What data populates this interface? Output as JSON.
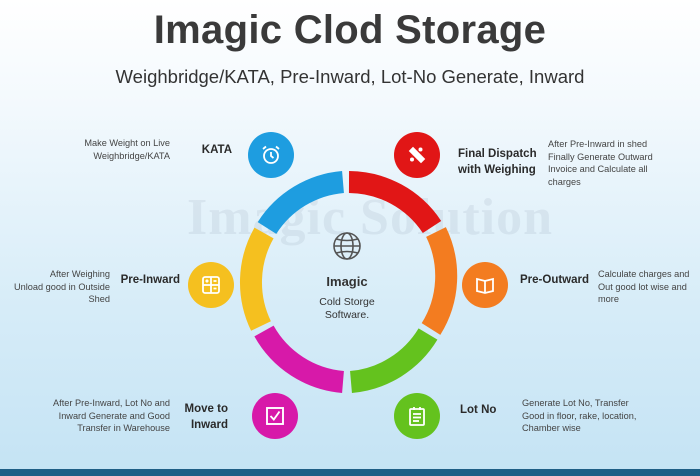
{
  "header": {
    "title": "Imagic Clod Storage",
    "subtitle": "Weighbridge/KATA, Pre-Inward, Lot-No Generate, Inward"
  },
  "watermark": "Imagic Solution",
  "center": {
    "title": "Imagic",
    "line1": "Cold Storge",
    "line2": "Software.",
    "icon": "globe-icon"
  },
  "steps": {
    "kata": {
      "label": "KATA",
      "desc1": "Make Weight on Live",
      "desc2": "Weighbridge/KATA",
      "color": "#1e9de0",
      "icon": "alarm-clock-icon"
    },
    "pre_inward": {
      "label": "Pre-Inward",
      "desc1": "After Weighing",
      "desc2": "Unload good in Outside",
      "desc3": "Shed",
      "color": "#f5c01f",
      "icon": "calculator-icon"
    },
    "move_to_inward": {
      "label1": "Move to",
      "label2": "Inward",
      "desc1": "After Pre-Inward, Lot No and",
      "desc2": "Inward Generate and Good",
      "desc3": "Transfer in Warehouse",
      "color": "#d719a9",
      "icon": "checkbox-icon"
    },
    "final_dispatch": {
      "label1": "Final Dispatch",
      "label2": "with Weighing",
      "desc1": "After Pre-Inward in shed",
      "desc2": "Finally Generate Outward",
      "desc3": "Invoice and Calculate all",
      "desc4": "charges",
      "color": "#e11616",
      "icon": "puzzle-icon"
    },
    "pre_outward": {
      "label": "Pre-Outward",
      "desc1": "Calculate charges and",
      "desc2": "Out good lot wise and",
      "desc3": "more",
      "color": "#f37c20",
      "icon": "book-icon"
    },
    "lot_no": {
      "label": "Lot No",
      "desc1": "Generate Lot No, Transfer",
      "desc2": "Good in floor, rake, location,",
      "desc3": "Chamber wise",
      "color": "#64c21e",
      "icon": "notepad-icon"
    }
  }
}
